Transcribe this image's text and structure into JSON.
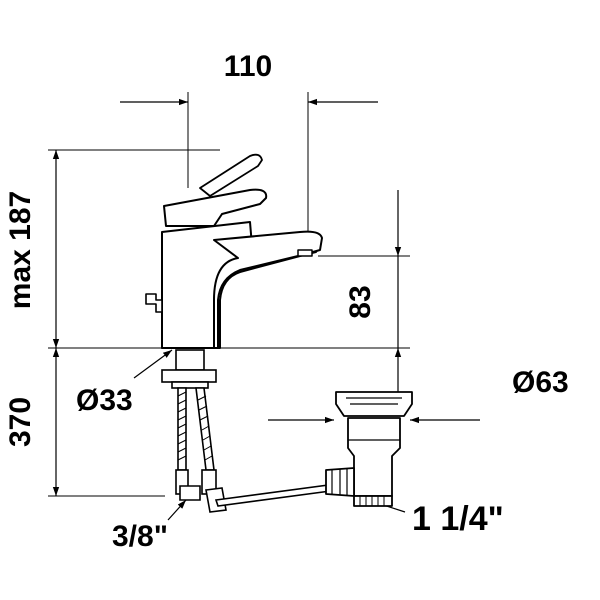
{
  "dimensions": {
    "width_110": "110",
    "height_max_187": "max 187",
    "spout_height_83": "83",
    "base_diameter_33": "Ø33",
    "drain_diameter_63": "Ø63",
    "hose_length_370": "370",
    "connection_3_8": "3/8\"",
    "drain_thread_1_1_4": "1 1/4\""
  }
}
